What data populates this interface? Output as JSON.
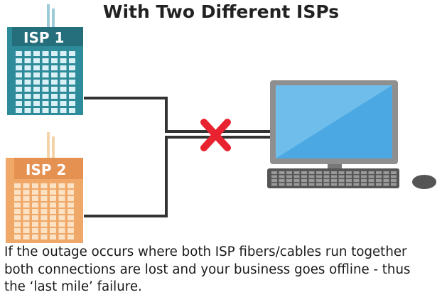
{
  "title": "With Two Different ISPs",
  "isps": [
    {
      "label": "ISP 1",
      "color": "#2E8B99"
    },
    {
      "label": "ISP 2",
      "color": "#F0A868"
    }
  ],
  "failure_marker": {
    "icon": "red-x-icon",
    "color": "#E8222E"
  },
  "caption_lines": [
    "If the outage occurs where both ISP fibers/cables run together",
    "both connections are lost and your business goes offline - thus",
    "the ‘last mile’ failure."
  ]
}
